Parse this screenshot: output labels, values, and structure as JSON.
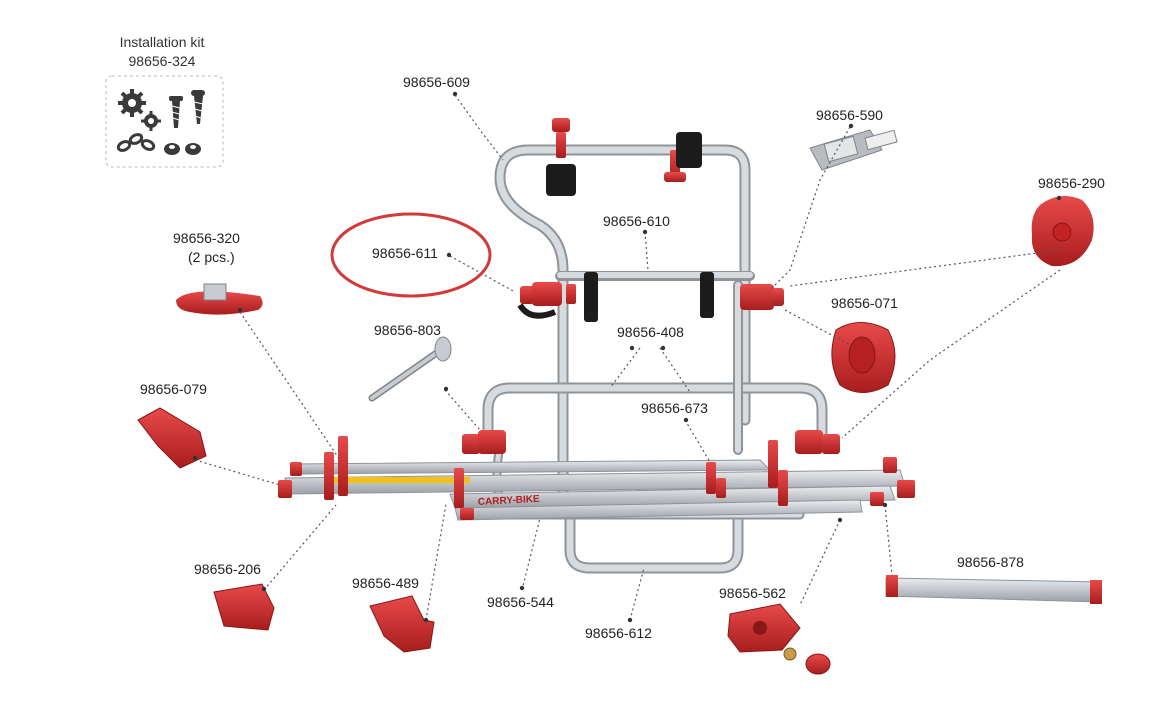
{
  "installation_kit": {
    "title": "Installation kit",
    "code": "98656-324",
    "icons": [
      "gear-icon",
      "screw-icon",
      "chain-icon",
      "nut-icon"
    ]
  },
  "parts": {
    "p609": "98656-609",
    "p590": "98656-590",
    "p290": "98656-290",
    "p610": "98656-610",
    "p611": "98656-611",
    "p320": "98656-320",
    "p320_qty": "(2 pcs.)",
    "p071": "98656-071",
    "p803": "98656-803",
    "p408": "98656-408",
    "p079": "98656-079",
    "p673": "98656-673",
    "p878": "98656-878",
    "p206": "98656-206",
    "p562": "98656-562",
    "p489": "98656-489",
    "p544": "98656-544",
    "p612": "98656-612"
  },
  "branding": {
    "rail_text": "CARRY-BIKE"
  },
  "colors": {
    "accent_red": "#d42a2a",
    "dark_red": "#a41c1c",
    "aluminum": "#c8cbcf",
    "highlight_circle": "#d23a3a"
  },
  "highlight": {
    "target": "98656-611"
  }
}
